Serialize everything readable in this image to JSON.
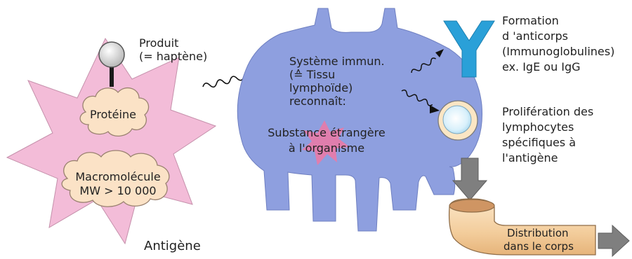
{
  "antigen": {
    "produit_line1": "Produit",
    "produit_line2": "(= haptène)",
    "protein": "Protéine",
    "macro_line1": "Macromolécule",
    "macro_line2": "MW > 10 000",
    "title": "Antigène"
  },
  "immune_system": {
    "line1": "Système immun.",
    "line2": "(≙ Tissu",
    "line3": "lymphoïde)",
    "line4": "reconnaît:",
    "foreign_line1": "Substance étrangère",
    "foreign_line2": "à l'organisme"
  },
  "antibody": {
    "line1": "Formation",
    "line2": "d 'anticorps",
    "line3": "(Immunoglobulines)",
    "line4": "ex. IgE ou IgG"
  },
  "lymphocytes": {
    "line1": "Prolifération des",
    "line2": "lymphocytes",
    "line3": "spécifiques à",
    "line4": "l'antigène"
  },
  "distribution": {
    "line1": "Distribution",
    "line2": "dans le corps"
  },
  "colors": {
    "antigen_star": "#f3bcd8",
    "antigen_star_stroke": "#b07a96",
    "cloud": "#fbe2c6",
    "immune_body": "#8e9fdf",
    "antibody": "#2aa0d8",
    "foreign_star": "#e97aa7",
    "pipe": "#f4d0a4",
    "arrow_gray": "#808080"
  }
}
